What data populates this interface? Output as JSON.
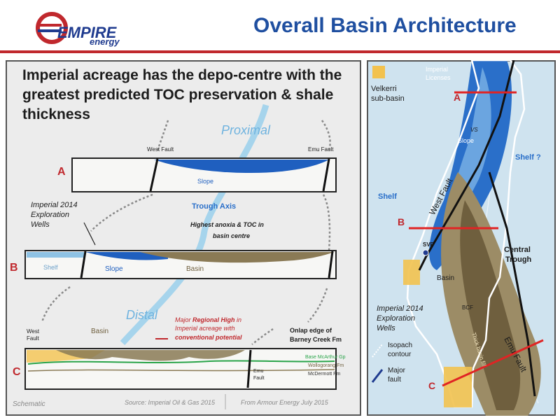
{
  "header": {
    "logo_word": "EMPIRE",
    "logo_sub": "energy",
    "title": "Overall Basin Architecture"
  },
  "headline": "Imperial acreage has the depo-centre with the greatest predicted TOC preservation & shale thickness",
  "diagram": {
    "proximal": "Proximal",
    "distal": "Distal",
    "west_fault": "West Fault",
    "emu_fault": "Emu Fault",
    "section_a": "A",
    "section_b": "B",
    "section_c": "C",
    "slope": "Slope",
    "shelf": "Shelf",
    "basin": "Basin",
    "trough_axis": "Trough Axis",
    "anoxia_line1": "Highest anoxia & TOC in",
    "anoxia_line2": "basin centre",
    "wells_line1": "Imperial 2014",
    "wells_line2": "Exploration",
    "wells_line3": "Wells",
    "regional_line1_pre": "Major ",
    "regional_line1_bold": "Regional High",
    "regional_line1_post": " in",
    "regional_line2": "Imperial acreage with",
    "regional_line3": "conventional potential",
    "onlap_line1": "Onlap edge of",
    "onlap_line2": "Barney Creek Fm",
    "west_fault_c1": "West",
    "west_fault_c2": "Fault",
    "emu_fault_c1": "Emu",
    "emu_fault_c2": "Fault",
    "base_mcarthur": "Base McArthur Gp",
    "wollogorang": "Wollogorang Fm",
    "mcdermott": "McDermott Fm",
    "schematic": "Schematic",
    "source": "Source: Imperial Oil & Gas 2015",
    "armour": "From Armour Energy July 2015"
  },
  "map": {
    "velkerri_line1": "Velkerri",
    "velkerri_line2": "sub-basin",
    "imperial_line1": "Imperial",
    "imperial_line2": "Licenses",
    "label_a": "A",
    "label_b": "B",
    "label_c": "C",
    "vs": "VS",
    "slope": "Slope",
    "shelf_q": "Shelf ?",
    "shelf": "Shelf",
    "west_fault": "West Fault",
    "svf": "SVF",
    "central_line1": "Central",
    "central_line2": "Trough",
    "basin": "Basin",
    "bcf": "BCF",
    "wells_line1": "Imperial 2014",
    "wells_line2": "Exploration",
    "wells_line3": "Wells",
    "thick_basin_fill": "Thick basin fill",
    "emu_fault": "Emu Fault",
    "isopach_line1": "Isopach",
    "isopach_line2": "contour",
    "major_line1": "Major",
    "major_line2": "fault"
  },
  "colors": {
    "title_blue": "#1f4fa0",
    "accent_red": "#c0282d",
    "slope_blue": "#2a6fc9",
    "basin_brown": "#7b6a4a",
    "shelf_light_blue": "#cfe3ef",
    "license_yellow": "#f2c24f"
  }
}
